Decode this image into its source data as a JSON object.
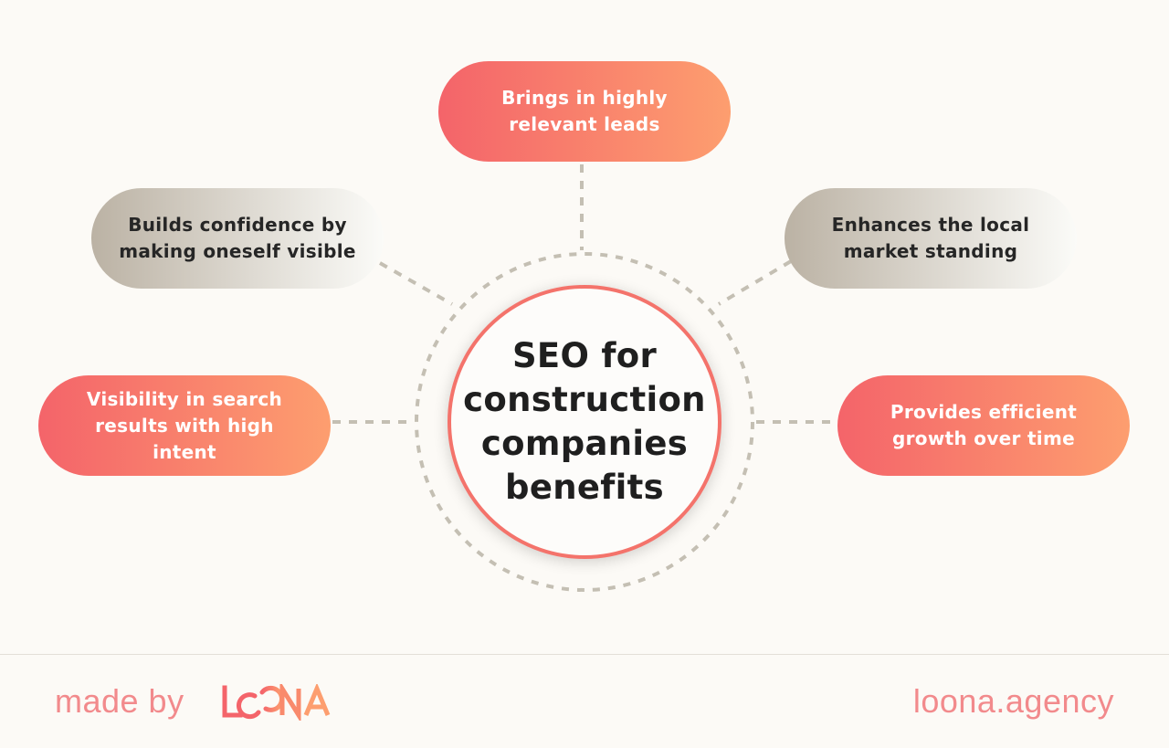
{
  "center": {
    "title": "SEO for construction companies benefits"
  },
  "benefits": [
    {
      "label": "Brings in highly relevant leads",
      "style": "warm"
    },
    {
      "label": "Builds confidence by making oneself visible",
      "style": "neutral"
    },
    {
      "label": "Enhances the local market standing",
      "style": "neutral"
    },
    {
      "label": "Visibility in search results with high intent",
      "style": "warm"
    },
    {
      "label": "Provides efficient growth over time",
      "style": "warm"
    }
  ],
  "footer": {
    "made_by": "made by",
    "logo_text": "LOONA",
    "url": "loona.agency"
  },
  "colors": {
    "background": "#fcfaf6",
    "accent_start": "#f4646a",
    "accent_end": "#fd9e6f",
    "neutral_start": "#bbb2a4",
    "neutral_end": "#fbfbf8",
    "connector": "#c4bfb3",
    "footer_text": "#f28a8c"
  }
}
